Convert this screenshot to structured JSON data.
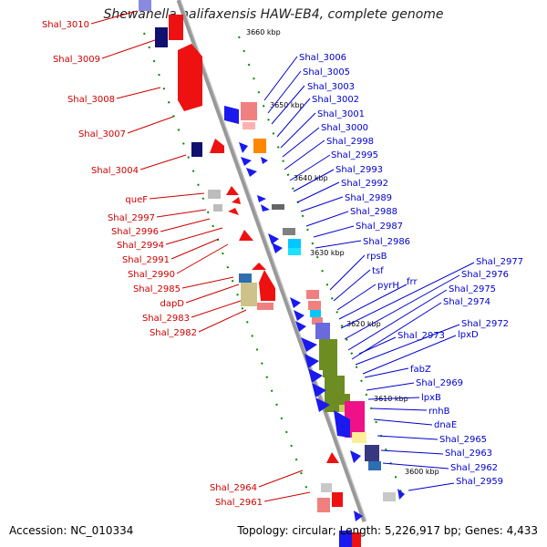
{
  "title": "Shewanella halifaxensis HAW-EB4, complete genome",
  "accession": "Accession: NC_010334",
  "stats": "Topology: circular; Length: 5,226,917 bp; Genes: 4,433",
  "colors": {
    "left": "#cc0000",
    "right": "#0000cc",
    "ruler": "#999999",
    "tick": "#008800"
  },
  "ticks": [
    "3660 kbp",
    "3650 kbp",
    "3640 kbp",
    "3630 kbp",
    "3620 kbp",
    "3610 kbp",
    "3600 kbp"
  ],
  "left_labels": [
    "Shal_3010",
    "Shal_3009",
    "Shal_3008",
    "Shal_3007",
    "Shal_3004",
    "queF",
    "Shal_2997",
    "Shal_2996",
    "Shal_2994",
    "Shal_2991",
    "Shal_2990",
    "Shal_2985",
    "dapD",
    "Shal_2983",
    "Shal_2982",
    "Shal_2964",
    "Shal_2961"
  ],
  "right_labels": [
    "Shal_3006",
    "Shal_3005",
    "Shal_3003",
    "Shal_3002",
    "Shal_3001",
    "Shal_3000",
    "Shal_2998",
    "Shal_2995",
    "Shal_2993",
    "Shal_2992",
    "Shal_2989",
    "Shal_2988",
    "Shal_2987",
    "Shal_2986",
    "rpsB",
    "tsf",
    "pyrH",
    "frr",
    "Shal_2977",
    "Shal_2976",
    "Shal_2975",
    "Shal_2974",
    "Shal_2972",
    "Shal_2973",
    "lpxD",
    "fabZ",
    "Shal_2969",
    "lpxB",
    "rnhB",
    "dnaE",
    "Shal_2965",
    "Shal_2963",
    "Shal_2962",
    "Shal_2959"
  ]
}
